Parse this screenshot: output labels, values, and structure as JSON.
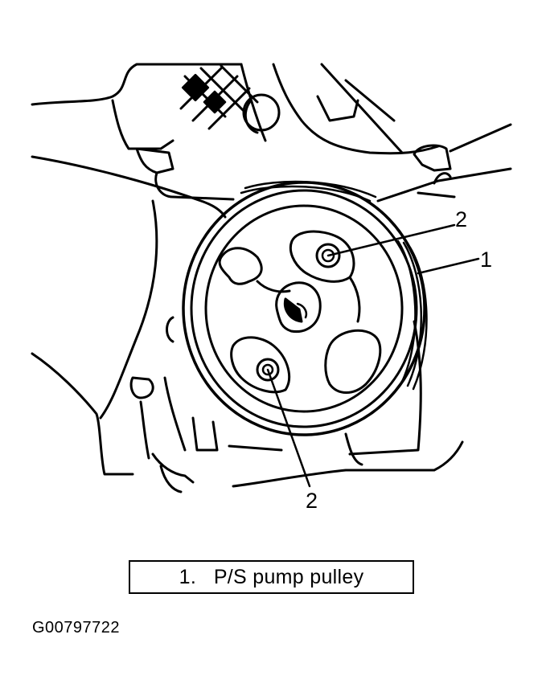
{
  "callouts": {
    "pulley_number": "1",
    "upper_bolt_number": "2",
    "lower_bolt_number": "2"
  },
  "legend": {
    "number": "1.",
    "text": "P/S pump pulley"
  },
  "figure_id": "G00797722",
  "colors": {
    "ink": "#000000",
    "paper": "#ffffff"
  }
}
